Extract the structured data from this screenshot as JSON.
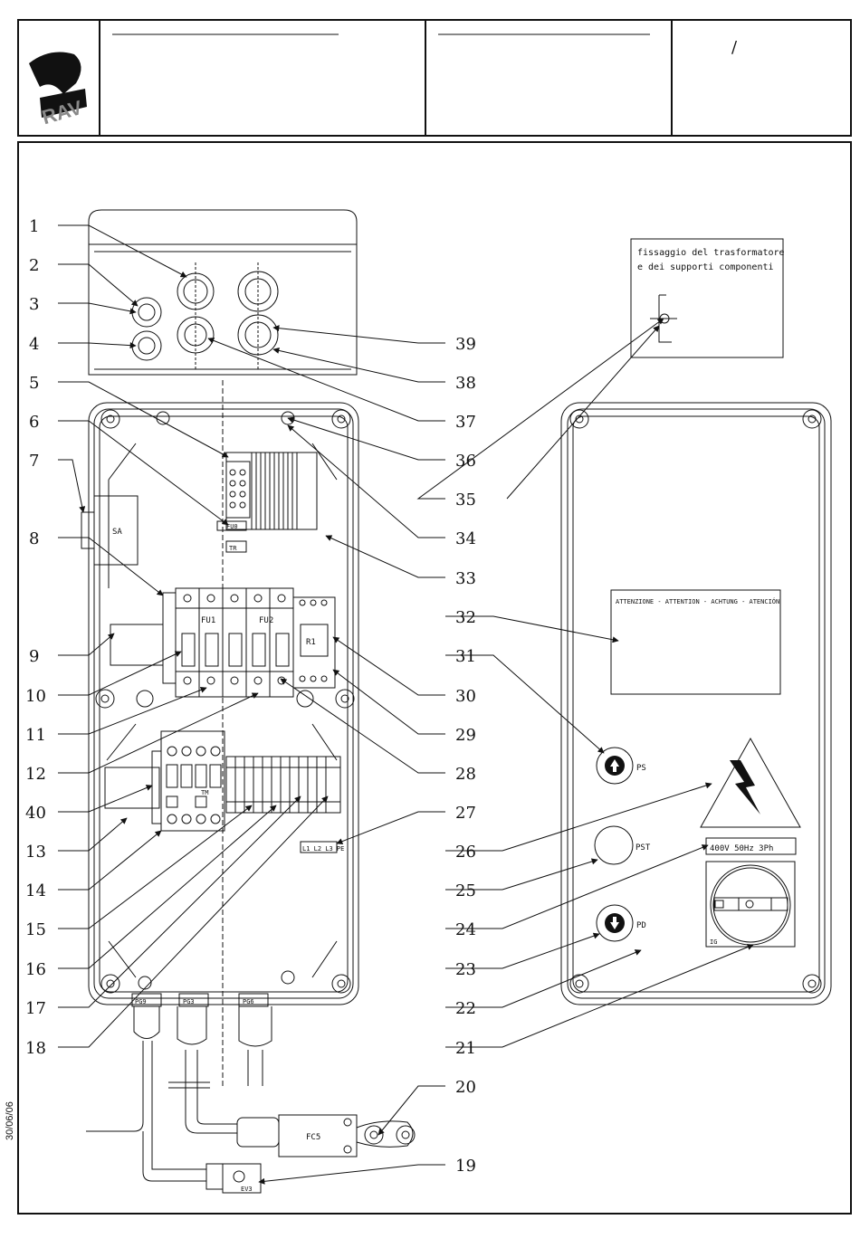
{
  "header": {
    "logo_text": "RAV",
    "revision_mark": "/"
  },
  "date": "30/06/06",
  "note": {
    "line1": "fissaggio del trasformatore",
    "line2": "e dei supporti componenti"
  },
  "components": {
    "SA": "SA",
    "TR": "TR",
    "FU0": "FU0",
    "FU1": "FU1",
    "FU2": "FU2",
    "R1": "R1",
    "TM": "TM",
    "PG9": "PG9",
    "PG3": "PG3",
    "PG6": "PG6",
    "FC5": "FC5",
    "EV3": "EV3",
    "PS": "PS",
    "PST": "PST",
    "PD": "PD",
    "IG": "IG",
    "L1L2L3PE": "L1 L2 L3 PE"
  },
  "warning_label": "ATTENZIONE - ATTENTION - ACHTUNG - ATENCIÓN",
  "voltage_label": "400V 50Hz 3Ph",
  "left_numbers": [
    "1",
    "2",
    "3",
    "4",
    "5",
    "6",
    "7",
    "8",
    "9",
    "10",
    "11",
    "12",
    "40",
    "13",
    "14",
    "15",
    "16",
    "17",
    "18"
  ],
  "right_numbers": [
    "39",
    "38",
    "37",
    "36",
    "35",
    "34",
    "33",
    "32",
    "31",
    "30",
    "29",
    "28",
    "27",
    "26",
    "25",
    "24",
    "23",
    "22",
    "21",
    "20",
    "19"
  ]
}
